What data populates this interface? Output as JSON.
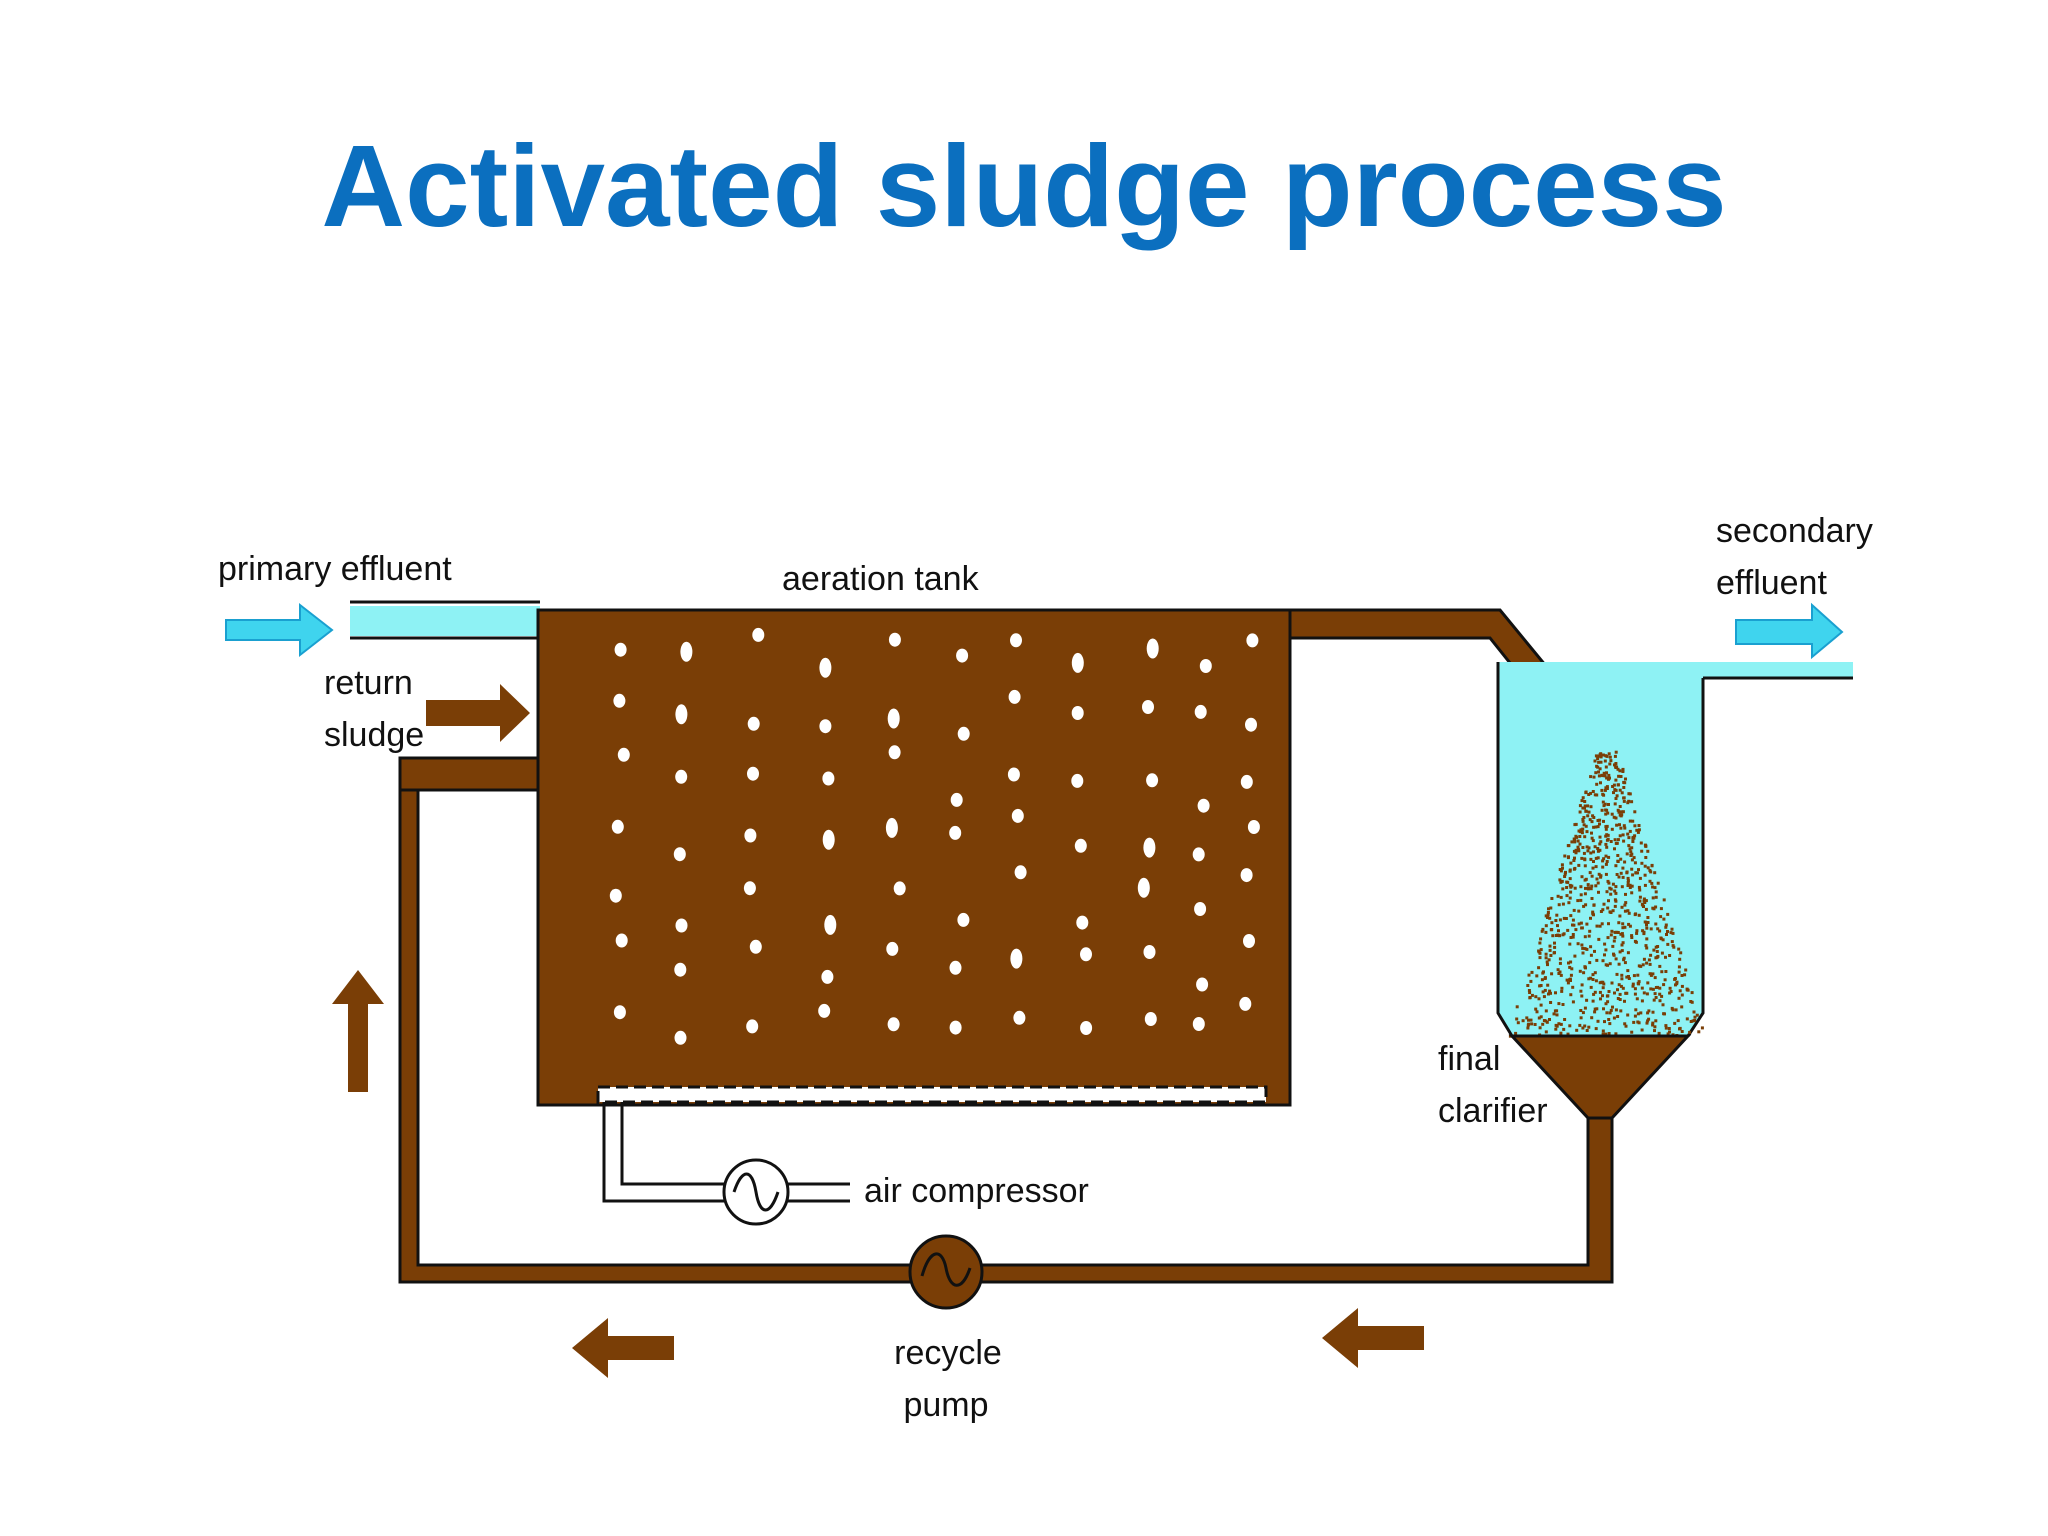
{
  "title": "Activated sludge process",
  "colors": {
    "title": "#0b6fbf",
    "sludge": "#7a3e06",
    "water": "#8ef2f4",
    "water_arrow": "#3fd4ee",
    "bubble": "#ffffff",
    "line": "#111111"
  },
  "labels": {
    "primary_effluent": "primary effluent",
    "aeration_tank": "aeration tank",
    "return_sludge": [
      "return",
      "sludge"
    ],
    "secondary_effluent": [
      "secondary",
      "effluent"
    ],
    "final_clarifier": [
      "final",
      "clarifier"
    ],
    "air_compressor": "air compressor",
    "recycle_pump": [
      "recycle",
      "pump"
    ]
  },
  "icons": {
    "inflow": "right-arrow-icon",
    "outflow": "right-arrow-icon",
    "return_sludge": "right-arrow-icon",
    "pipe_up": "up-arrow-icon",
    "pipe_left": "left-arrow-icon",
    "compressor": "compressor-symbol-icon",
    "pump": "pump-symbol-icon"
  }
}
